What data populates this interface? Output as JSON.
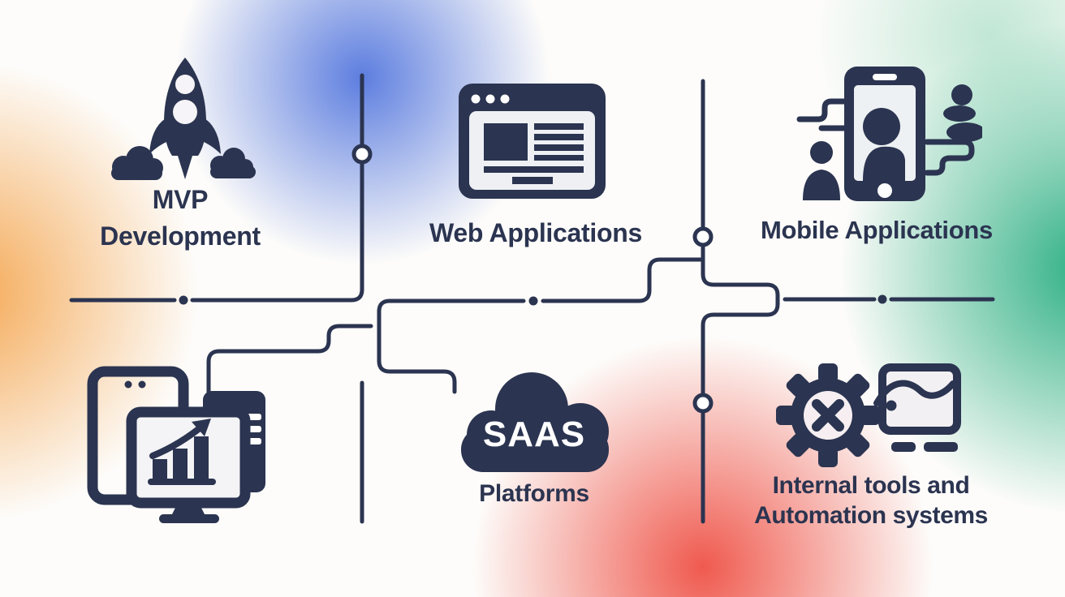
{
  "palette": {
    "ink": "#2b3450",
    "glow_blue": "#4f73dd",
    "glow_orange": "#f4a44c",
    "glow_green": "#23ac7e",
    "glow_red": "#ee4c40"
  },
  "nodes": {
    "mvp": {
      "icon": "rocket-launch-icon",
      "line1": "MVP",
      "line2": "Development"
    },
    "web": {
      "icon": "browser-window-icon",
      "label": "Web Applications"
    },
    "mobile": {
      "icon": "mobile-app-users-icon",
      "label": "Mobile Applications"
    },
    "devices": {
      "icon": "multi-device-analytics-icon"
    },
    "saas": {
      "icon": "cloud-icon",
      "cloud_text": "SAAS",
      "label": "Platforms"
    },
    "internal": {
      "icon": "gear-automation-icon",
      "line1": "Internal tools and",
      "line2": "Automation systems"
    }
  }
}
